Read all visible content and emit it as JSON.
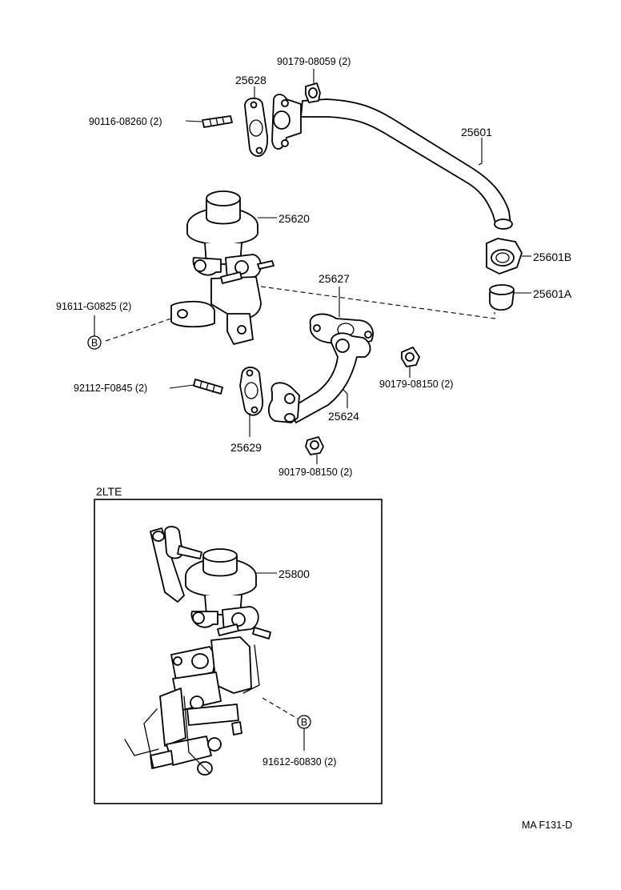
{
  "parts": {
    "p90179_08059": "90179-08059 (2)",
    "p25628": "25628",
    "p90116_08260": "90116-08260 (2)",
    "p25601": "25601",
    "p25620": "25620",
    "p25601B": "25601B",
    "p25601A": "25601A",
    "p25627": "25627",
    "p91611_G0825": "91611-G0825 (2)",
    "p90179_08150_a": "90179-08150 (2)",
    "p92112_F0845": "92112-F0845 (2)",
    "p25624": "25624",
    "p25629": "25629",
    "p90179_08150_b": "90179-08150 (2)",
    "p25800": "25800",
    "p91612_60830": "91612-60830 (2)"
  },
  "markers": {
    "b1": "B",
    "b2": "B"
  },
  "inset": {
    "title": "2LTE"
  },
  "footer": {
    "code": "MA  F131-D"
  }
}
